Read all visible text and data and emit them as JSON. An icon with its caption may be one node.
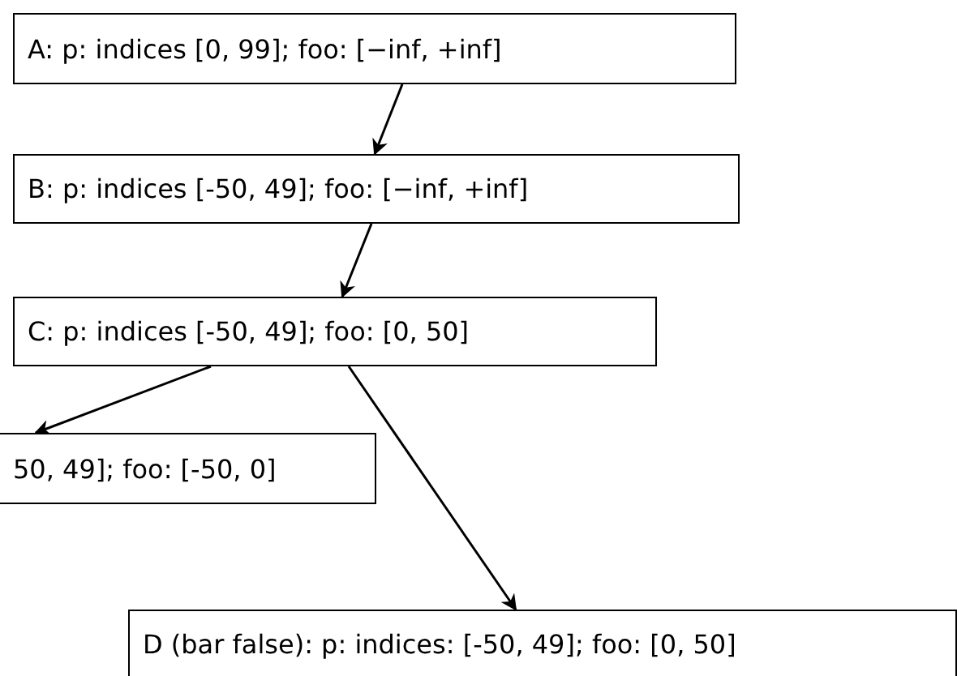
{
  "diagram": {
    "nodes": [
      {
        "text": [
          "A: p: indices [0, 99]; foo: [−inf, +inf]"
        ]
      },
      {
        "text": [
          "B: p: indices [-50, 49]; foo: [−inf, +inf]"
        ]
      },
      {
        "text": [
          "C: p: indices [-50, 49]; foo: [0, 50]"
        ]
      },
      {
        "text": [
          "50, 49]; foo: [-50, 0]"
        ]
      },
      {
        "text": [
          "D (bar false): p: indices: [-50, 49]; foo: [0, 50]"
        ]
      }
    ],
    "edges": [
      {
        "from": 0,
        "to": 1,
        "arrow": "to"
      },
      {
        "from": 1,
        "to": 2,
        "arrow": "to"
      },
      {
        "from": 2,
        "to": 3,
        "arrow": "to"
      },
      {
        "from": 2,
        "to": 4,
        "arrow": "to"
      }
    ]
  }
}
